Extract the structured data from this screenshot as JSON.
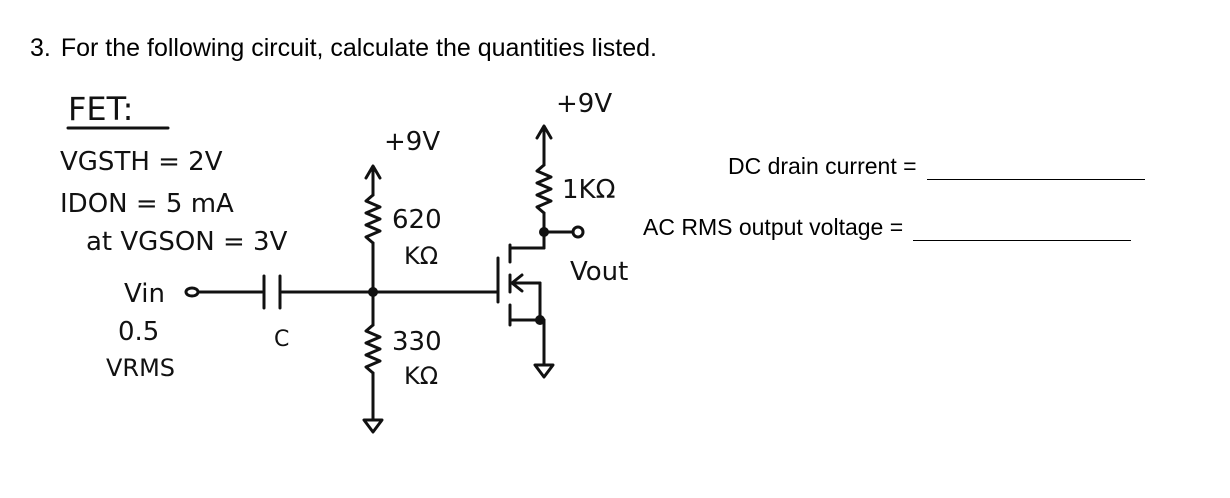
{
  "question": {
    "number": "3.",
    "text": "For the following circuit, calculate the quantities listed."
  },
  "answers": [
    {
      "label": "DC drain current ="
    },
    {
      "label": "AC RMS output voltage ="
    }
  ],
  "circuit_labels": {
    "fet_heading": "FET:",
    "vgsth": "VGSTH = 2V",
    "idon": "IDON = 5 mA",
    "vgson": "at VGSON = 3V",
    "vin": "Vin",
    "vin_value": "0.5",
    "vin_unit": "VRMS",
    "capacitor": "C",
    "supply_left": "+9V",
    "supply_right": "+9V",
    "r_top_value": "620",
    "r_top_unit": "KΩ",
    "r_bottom_value": "330",
    "r_bottom_unit": "KΩ",
    "r_drain": "1KΩ",
    "vout": "Vout"
  },
  "colors": {
    "ink": "#111111"
  }
}
